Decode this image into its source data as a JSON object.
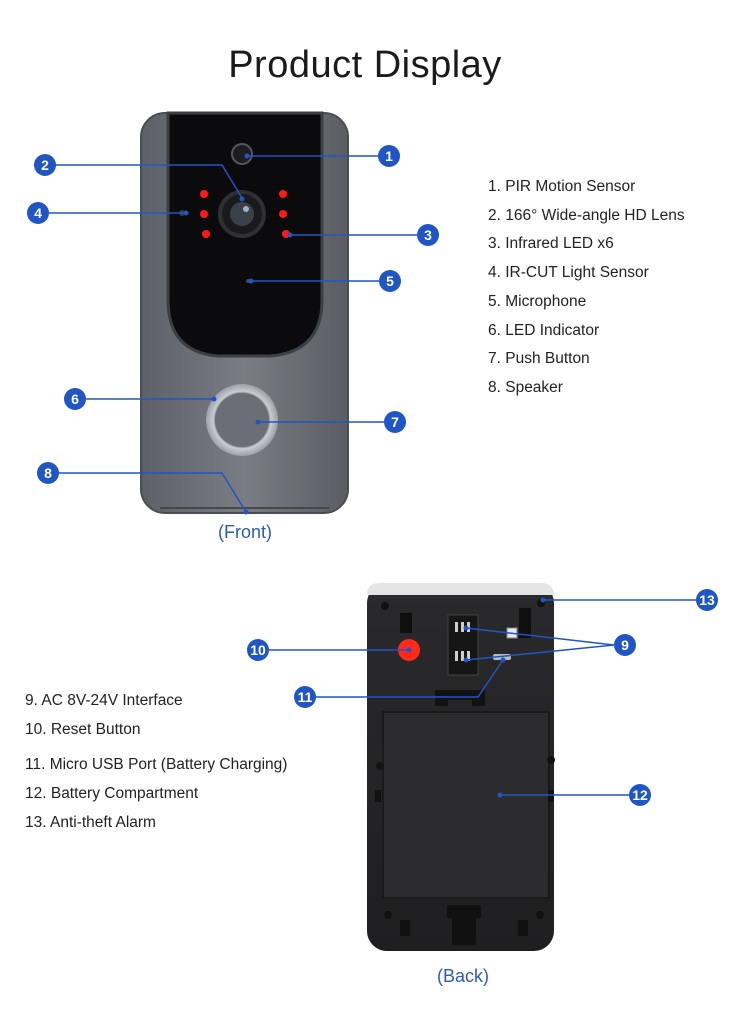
{
  "title": "Product Display",
  "front": {
    "caption": "(Front)",
    "features": [
      {
        "num": "1",
        "label": "1. PIR Motion Sensor"
      },
      {
        "num": "2",
        "label": "2. 166° Wide-angle HD Lens"
      },
      {
        "num": "3",
        "label": "3. Infrared LED x6"
      },
      {
        "num": "4",
        "label": "4. IR-CUT Light Sensor"
      },
      {
        "num": "5",
        "label": "5. Microphone"
      },
      {
        "num": "6",
        "label": "6. LED Indicator"
      },
      {
        "num": "7",
        "label": "7. Push Button"
      },
      {
        "num": "8",
        "label": "8. Speaker"
      }
    ]
  },
  "back": {
    "caption": "(Back)",
    "features": [
      {
        "num": "9",
        "label": "9. AC 8V-24V Interface"
      },
      {
        "num": "10",
        "label": "10. Reset Button"
      },
      {
        "num": "11",
        "label": "11. Micro USB Port (Battery Charging)"
      },
      {
        "num": "12",
        "label": "12. Battery Compartment"
      },
      {
        "num": "13",
        "label": "13. Anti-theft Alarm"
      }
    ]
  },
  "colors": {
    "badge": "#1f56c4",
    "leader": "#1f56c4",
    "ir_led": "#ff1a1a",
    "reset_button": "#ff2a1a"
  }
}
